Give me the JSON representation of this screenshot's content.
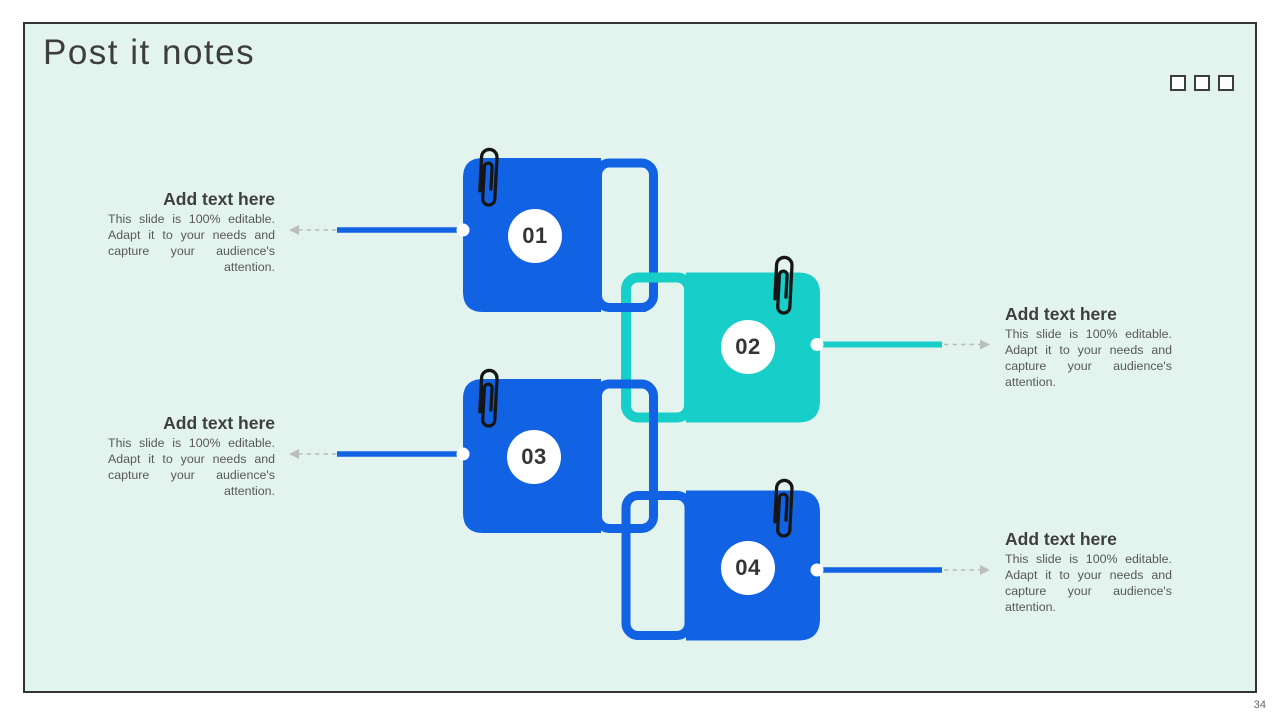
{
  "slide": {
    "title": "Post it notes",
    "page_number": "34",
    "background_color": "#e3f4ee",
    "accent_blue": "#1163e4",
    "accent_teal": "#17cfc8"
  },
  "notes": [
    {
      "number": "01",
      "color": "#1163e4",
      "side": "left",
      "heading": "Add text here",
      "body": "This slide is 100% editable. Adapt it to your needs and capture your audience's attention."
    },
    {
      "number": "02",
      "color": "#17cfc8",
      "side": "right",
      "heading": "Add text here",
      "body": "This slide is 100% editable. Adapt it to your needs and capture your audience's attention."
    },
    {
      "number": "03",
      "color": "#1163e4",
      "side": "left",
      "heading": "Add text here",
      "body": "This slide is 100% editable. Adapt it to your needs and capture your audience's attention."
    },
    {
      "number": "04",
      "color": "#1163e4",
      "side": "right",
      "heading": "Add text here",
      "body": "This slide is 100% editable. Adapt it to your needs and capture your audience's attention."
    }
  ]
}
